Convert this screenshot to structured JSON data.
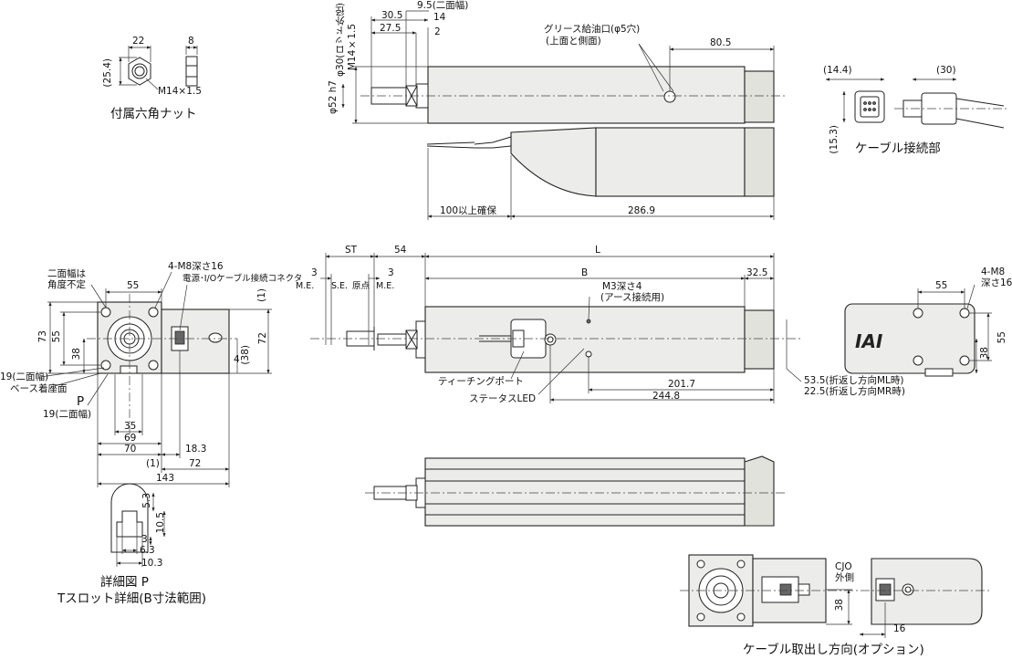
{
  "views": {
    "nut": {
      "dims": {
        "w22": "22",
        "w8": "8",
        "h25_4": "(25.4)",
        "thread": "M14×1.5"
      },
      "caption": "付属六角ナット"
    },
    "top": {
      "dims": {
        "d9_5": "9.5(二面幅)",
        "d30_5": "30.5",
        "d14": "14",
        "d27_5": "27.5",
        "d2": "2",
        "phi30": "φ30(ロッド外径)",
        "m14": "M14×1.5",
        "phi52": "φ52 h7",
        "d80_5": "80.5",
        "d100": "100以上確保",
        "d286_9": "286.9"
      },
      "grease": {
        "line1": "グリース給油口(φ5穴)",
        "line2": "(上面と側面)"
      }
    },
    "cable_conn": {
      "dims": {
        "d14_4": "(14.4)",
        "d30": "(30)",
        "d15_3": "(15.3)"
      },
      "caption": "ケーブル接続部"
    },
    "front": {
      "labels": {
        "nifuku": "二面幅は",
        "kakudo": "角度不定",
        "m8": "4-M8深さ16",
        "connector": "電源･I/Oケーブル接続コネクタ",
        "nifuku19a": "19(二面幅)",
        "base": "ベース着座面",
        "p": "P",
        "nifuku19b": "19(二面幅)"
      },
      "dims": {
        "d55": "55",
        "d73": "73",
        "d55b": "55",
        "d38": "38",
        "d1a": "(1)",
        "d72": "72",
        "d4": "4",
        "d38b": "(38)",
        "d35": "35",
        "d69": "69",
        "d70": "70",
        "d18_3": "18.3",
        "d1b": "(1)",
        "d72b": "72",
        "d143": "143"
      }
    },
    "tslot": {
      "dims": {
        "d5_3": "5.3",
        "d10_5": "10.5",
        "d3": "3",
        "d6_3": "6.3",
        "d10_3": "10.3"
      },
      "caption1": "詳細図 P",
      "caption2": "Tスロット詳細(B寸法範囲)"
    },
    "side": {
      "dims": {
        "st": "ST",
        "d54": "54",
        "L": "L",
        "d3a": "3",
        "d3b": "3",
        "B": "B",
        "d32_5": "32.5",
        "me1": "M.E.",
        "se": "S.E.",
        "origin": "原点",
        "me2": "M.E.",
        "d201_7": "201.7",
        "d244_8": "244.8"
      },
      "labels": {
        "m3": "M3深さ4",
        "earth": "(アース接続用)",
        "teaching": "ティーチングポート",
        "led": "ステータスLED",
        "ml": "53.5(折返し方向ML時)",
        "mr": "22.5(折返し方向MR時)"
      }
    },
    "rear": {
      "dims": {
        "m8": "4-M8",
        "depth": "深さ16",
        "d55": "55",
        "d38": "38",
        "d55v": "55"
      },
      "logo": "IAI"
    },
    "option": {
      "labels": {
        "cjo1": "CJO",
        "cjo2": "外側",
        "d38": "38",
        "d16": "16"
      },
      "caption": "ケーブル取出し方向(オプション)"
    }
  }
}
